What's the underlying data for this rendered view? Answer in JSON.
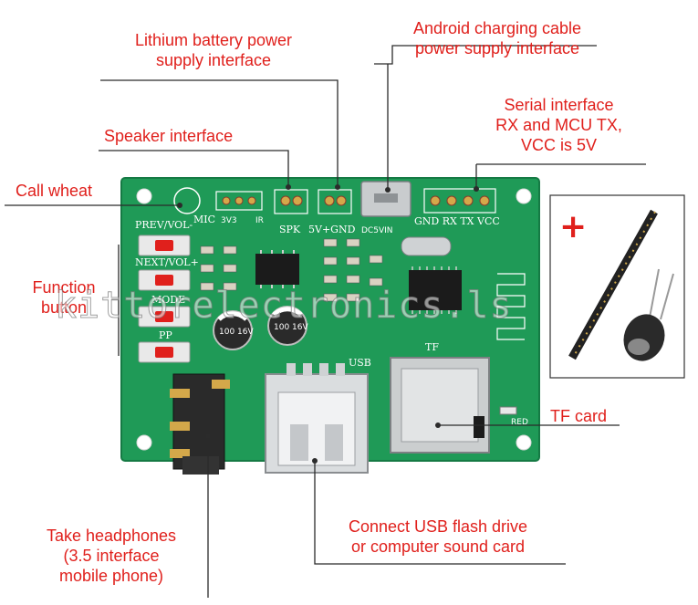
{
  "labels": {
    "lithium_battery": [
      "Lithium battery power",
      "supply interface"
    ],
    "android_cable": [
      "Android charging cable",
      "power supply interface"
    ],
    "serial": [
      "Serial interface",
      "RX and MCU TX,",
      "VCC is 5V"
    ],
    "speaker": "Speaker interface",
    "call_wheat": "Call wheat",
    "function_button": [
      "Function",
      "button"
    ],
    "tf_card": "TF card",
    "headphones": [
      "Take headphones",
      "(3.5 interface",
      "mobile phone)"
    ],
    "usb": [
      "Connect  USB flash drive",
      "or computer sound card"
    ]
  },
  "silkscreen": {
    "prev_vol": "PREV/VOL-",
    "next_vol": "NEXT/VOL+",
    "mode": "MODE",
    "pp": "PP",
    "mic": "MIC",
    "v3": "3V3",
    "ir": "IR",
    "spk": "SPK",
    "v5_gnd": "5V+GND",
    "dc5vin": "DC5VIN",
    "gnd_rx_tx_vcc": "GND RX TX VCC",
    "tf": "TF",
    "usb": "USB",
    "red": "RED",
    "cap1": "100 16V",
    "cap2": "100 16V"
  },
  "accessories": {
    "plus": "+"
  },
  "watermark": "kittorelectronics.ls",
  "colors": {
    "label_red": "#e0201c",
    "pcb_green": "#1f9a57",
    "leader": "#2b2b2b"
  }
}
